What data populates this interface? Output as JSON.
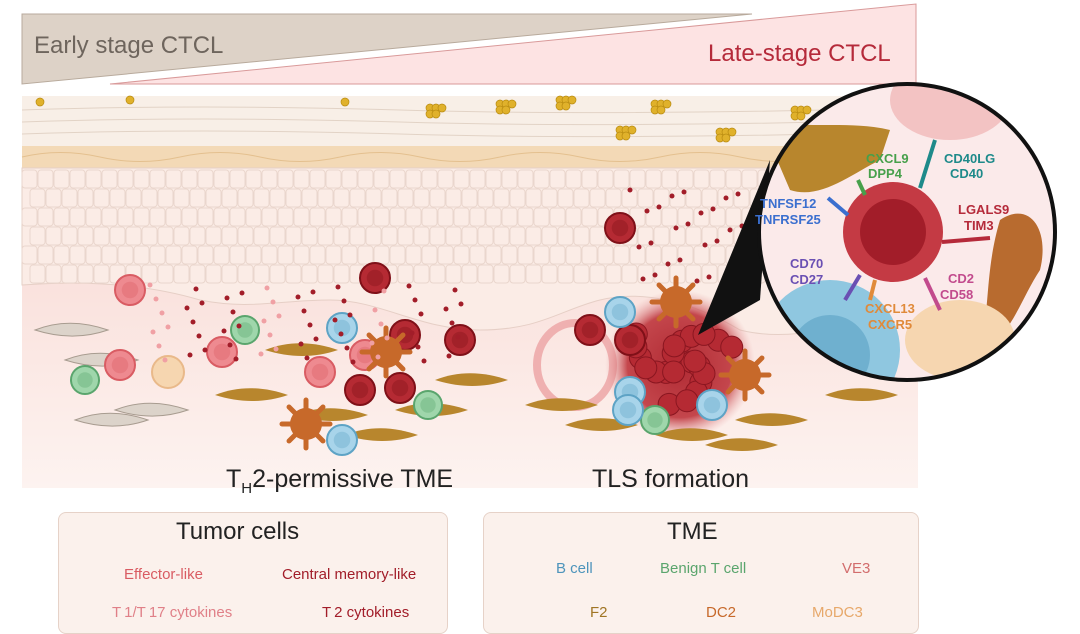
{
  "stages": {
    "early": "Early stage CTCL",
    "late": "Late-stage CTCL"
  },
  "captions": {
    "th2_prefix": "T",
    "th2_sub": "H",
    "th2_suffix": "2-permissive TME",
    "tls": "TLS formation"
  },
  "interactions": [
    {
      "ligand": "TNFSF12",
      "receptor": "TNFRSF25"
    },
    {
      "ligand": "CXCL9",
      "receptor": "DPP4"
    },
    {
      "ligand": "CD40LG",
      "receptor": "CD40"
    },
    {
      "ligand": "LGALS9",
      "receptor": "TIM3"
    },
    {
      "ligand": "CD70",
      "receptor": "CD27"
    },
    {
      "ligand": "CXCL13",
      "receptor": "CXCR5"
    },
    {
      "ligand": "CD2",
      "receptor": "CD58"
    }
  ],
  "legend_tumor": {
    "title": "Tumor cells",
    "effector": "Effector-like",
    "central_memory": "Central memory-like",
    "th1_th17": "T 1/T 17 cytokines",
    "th2": "T 2 cytokines"
  },
  "legend_tme": {
    "title": "TME",
    "b_cell": "B cell",
    "benign_t": "Benign T cell",
    "ve3": "VE3",
    "f2": "F2",
    "dc2": "DC2",
    "modc3": "MoDC3"
  },
  "colors": {
    "effector": "#e8848a",
    "central_memory": "#b0232f",
    "b_cell": "#8fc7e0",
    "benign_t": "#8fcf9f",
    "ve3": "#f1b7b7",
    "fibroblast": "#b8862d",
    "dc2": "#c7692a",
    "modc3": "#f6d6b0",
    "late_text": "#b52a3a",
    "early_text": "#6e655d"
  }
}
